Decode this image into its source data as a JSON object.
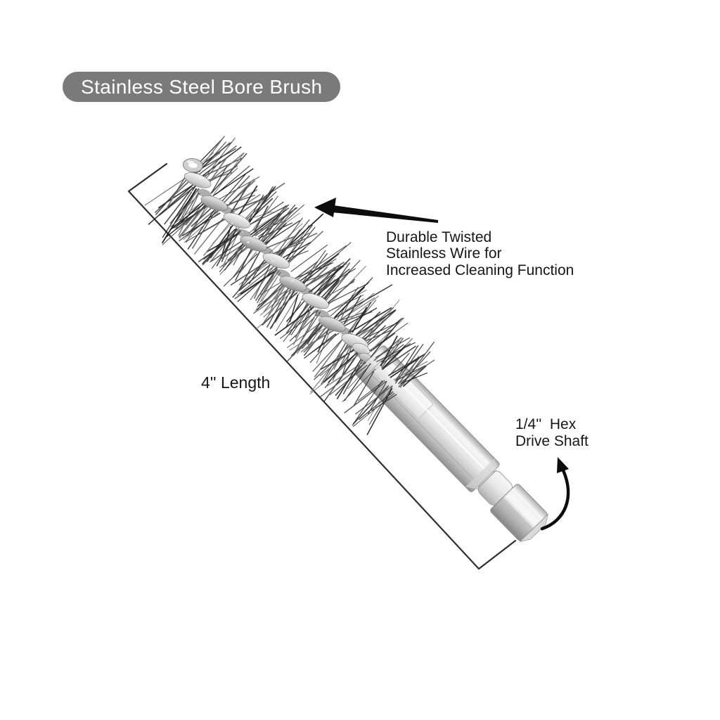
{
  "badge": {
    "label": "Stainless Steel Bore Brush",
    "bg_color": "#7a7a7a",
    "text_color": "#ffffff"
  },
  "annotations": {
    "wire_callout": {
      "line1": "Durable Twisted",
      "line2": "Stainless Wire for",
      "line3": "Increased Cleaning Function"
    },
    "length_label": "4'' Length",
    "shaft_callout": {
      "line1": "1/4''  Hex",
      "line2": "Drive Shaft"
    }
  },
  "illustration": {
    "subject": "twisted stainless wire bore brush with 1/4 inch hex drive shaft",
    "colors": {
      "annotation_line": "#2f2f2f",
      "arrow": "#0d0d0d",
      "bristle_dark": "#1c1c1c",
      "metal_light": "#f6f6f6",
      "metal_mid": "#cfcfcf",
      "metal_dark": "#8e8e8e",
      "background": "#ffffff"
    }
  }
}
